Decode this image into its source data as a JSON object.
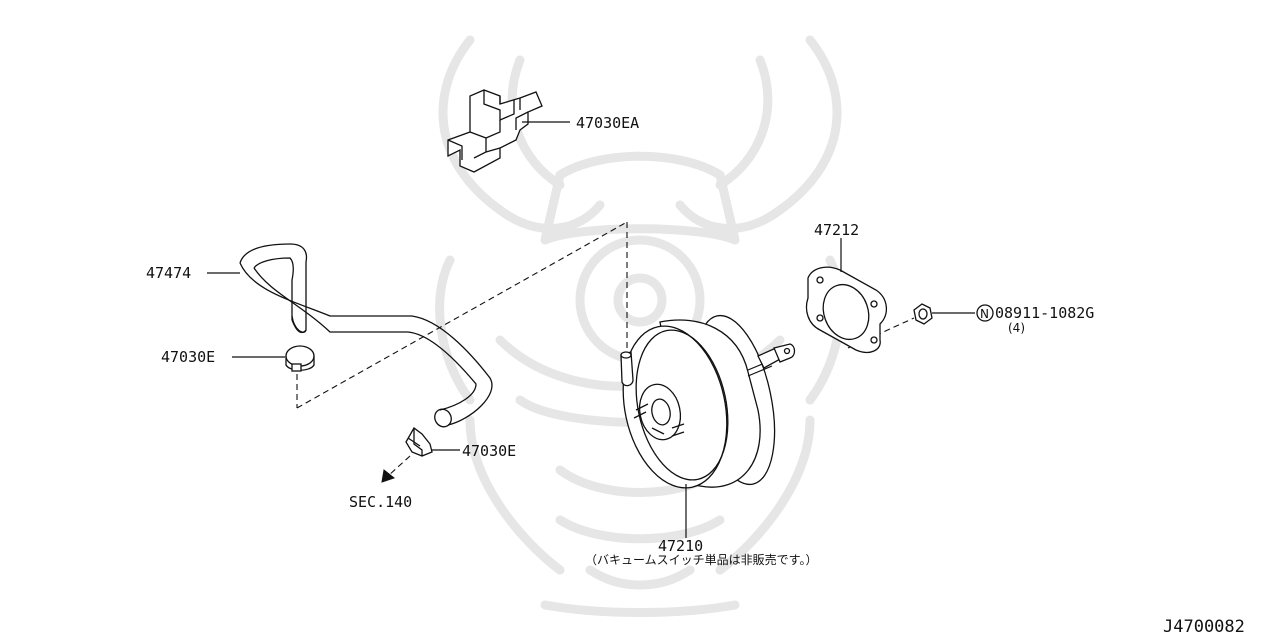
{
  "diagram_code": "J4700082",
  "parts": {
    "bracket": "47030EA",
    "hose": "47474",
    "clamp_upper": "47030E",
    "clamp_lower": "47030E",
    "section_ref": "SEC.140",
    "gasket": "47212",
    "nut_symbol": "N",
    "nut_part": "08911-1082G",
    "nut_qty": "(4)",
    "booster": "47210",
    "booster_note": "（バキュームスイッチ単品は非販売です。）"
  }
}
